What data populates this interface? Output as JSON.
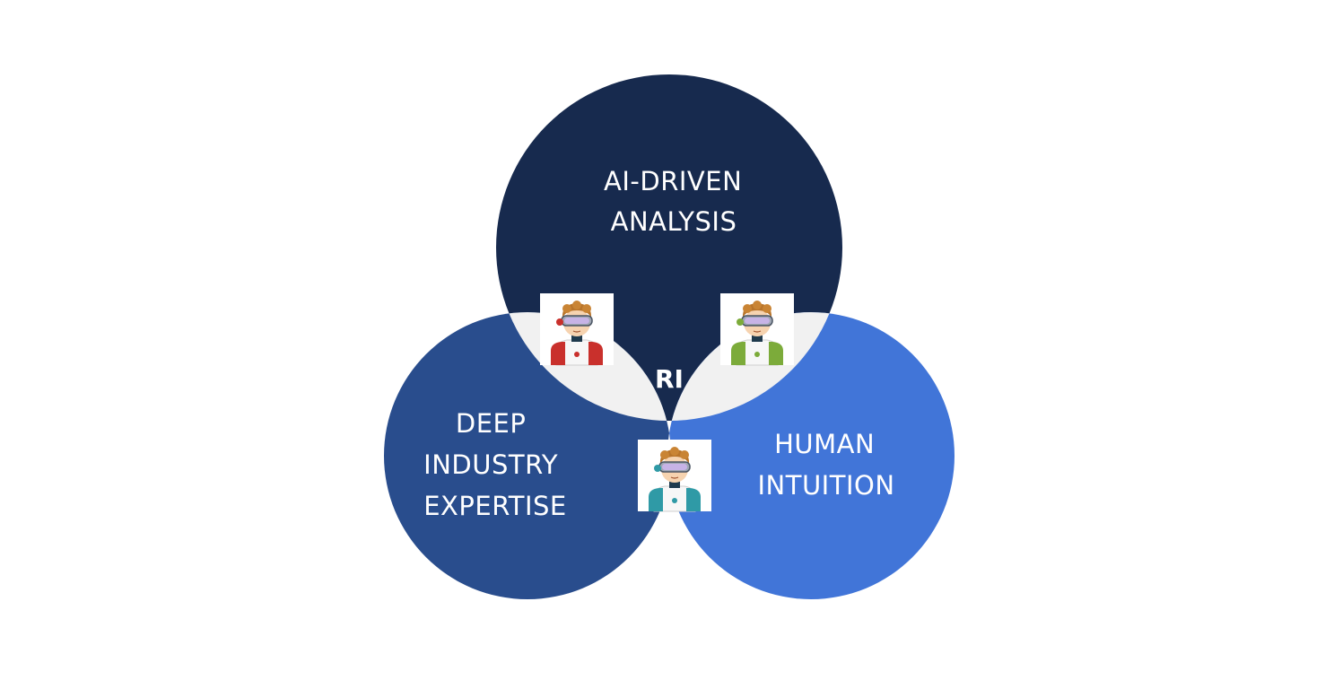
{
  "diagram": {
    "colors": {
      "top_circle": "#172a4e",
      "left_circle": "#294d8d",
      "right_circle": "#4175d8",
      "pairwise_overlap": "#f1f1f1",
      "center_region": "#f4bf43",
      "text": "#ffffff"
    },
    "circles": {
      "top": {
        "lines": [
          "AI-DRIVEN",
          "ANALYSIS"
        ]
      },
      "left": {
        "lines": [
          "DEEP",
          "INDUSTRY",
          "EXPERTISE"
        ]
      },
      "right": {
        "lines": [
          "HUMAN",
          "INTUITION"
        ]
      }
    },
    "center": {
      "label": "RI"
    },
    "avatars": [
      {
        "name": "robot-avatar-red-icon",
        "accent": "#c9302c"
      },
      {
        "name": "robot-avatar-green-icon",
        "accent": "#7cab3a"
      },
      {
        "name": "robot-avatar-teal-icon",
        "accent": "#2f9aa6"
      }
    ]
  }
}
